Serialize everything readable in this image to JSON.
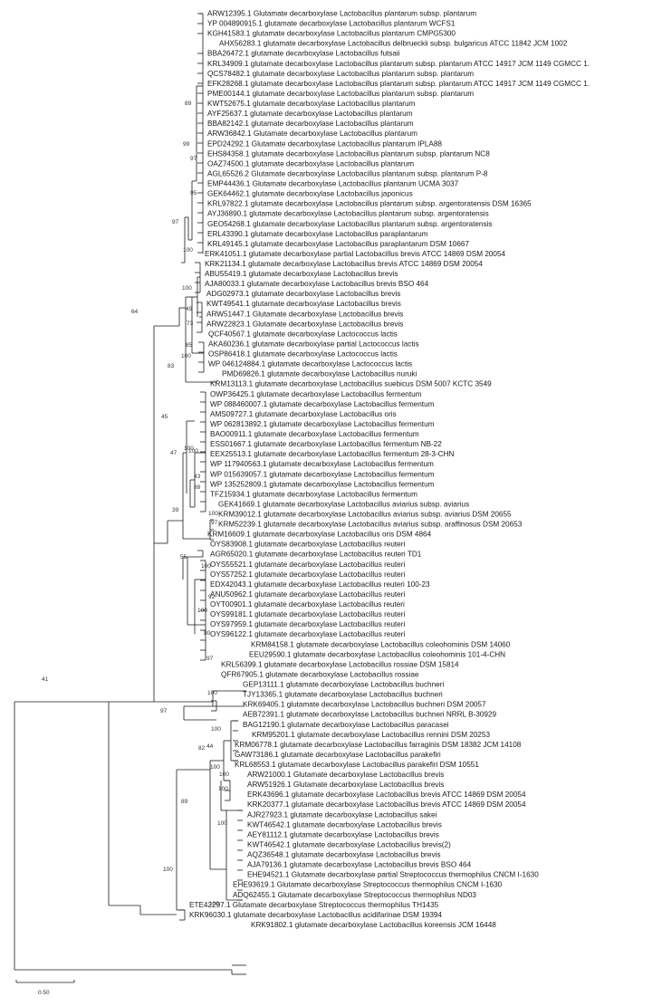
{
  "tree": {
    "leaves": [
      "ARW12395.1 Glutamate decarboxylase Lactobacillus plantarum subsp. plantarum",
      "YP 004890915.1 glutamate decarboxylase Lactobacillus plantarum WCFS1",
      "KGH41583.1 glutamate decarboxylase Lactobacillus plantarum CMPG5300",
      "AHX56283.1 glutamate decarboxylase Lactobacillus delbrueckii subsp. bulgaricus ATCC 11842 JCM 1002",
      "BBA26472.1 glutamate decarboxylase Lactobacillus futsaii",
      "KRL34909.1 glutamate decarboxylase Lactobacillus plantarum subsp. plantarum ATCC 14917 JCM 1149 CGMCC 1.",
      "QCS78482.1 glutamate decarboxylase Lactobacillus plantarum subsp. plantarum",
      "EFK28268.1 glutamate decarboxylase Lactobacillus plantarum subsp. plantarum ATCC 14917 JCM 1149 CGMCC 1.",
      "PME00144.1 glutamate decarboxylase Lactobacillus plantarum subsp. plantarum",
      "KWT52675.1 glutamate decarboxylase Lactobacillus plantarum",
      "AYF25637.1 glutamate decarboxylase Lactobacillus plantarum",
      "BBA82142.1 glutamate decarboxylase Lactobacillus plantarum",
      "ARW36842.1 Glutamate decarboxylase Lactobacillus plantarum",
      "EPD24292.1 Glutamate decarboxylase Lactobacillus plantarum IPLA88",
      "EHS84358.1 glutamate decarboxylase Lactobacillus plantarum subsp. plantarum NC8",
      "OAZ74500.1 glutamate decarboxylase Lactobacillus plantarum",
      "AGL65526.2 Glutamate decarboxylase Lactobacillus plantarum subsp. plantarum P-8",
      "EMP44436.1 Glutamate decarboxylase Lactobacillus plantarum UCMA 3037",
      "GEK64462.1 glutamate decarboxylase Lactobacillus japonicus",
      "KRL97822.1 glutamate decarboxylase Lactobacillus plantarum subsp. argentoratensis DSM 16365",
      "AYJ36890.1 glutamate decarboxylase Lactobacillus plantarum subsp. argentoratensis",
      "GEO54268.1 glutamate decarboxylase Lactobacillus plantarum subsp. argentoratensis",
      "ERL43390.1 glutamate decarboxylase Lactobacillus paraplantarum",
      "KRL49145.1 glutamate decarboxylase Lactobacillus paraplantarum DSM 10667",
      "ERK41051.1 glutamate decarboxylase partial Lactobacillus brevis ATCC 14869 DSM 20054",
      "KRK21134.1 glutamate decarboxylase Lactobacillus brevis ATCC 14869 DSM 20054",
      "ABU55419.1 glutamate decarboxylase Lactobacillus brevis",
      "AJA80033.1 glutamate decarboxylase Lactobacillus brevis BSO 464",
      "ADG02973.1 glutamate decarboxylase Lactobacillus brevis",
      "KWT49541.1 glutamate decarboxylase Lactobacillus brevis",
      "ARW51447.1 Glutamate decarboxylase Lactobacillus brevis",
      "ARW22823.1 Glutamate decarboxylase Lactobacillus brevis",
      "QCF40567.1 glutamate decarboxylase Lactococcus lactis",
      "AKA60236.1 glutamate decarboxylase partial Lactococcus lactis",
      "OSP86418.1 glutamate decarboxylase Lactococcus lactis",
      "WP 046124884.1 glutamate decarboxylase Lactococcus lactis",
      "PMD69826.1 glutamate decarboxylase Lactobacillus nuruki",
      "KRM13113.1 glutamate decarboxylase Lactobacillus suebicus DSM 5007 KCTC 3549",
      "OWP36425.1 glutamate decarboxylase Lactobacillus fermentum",
      "WP 088460007.1 glutamate decarboxylase Lactobacillus fermentum",
      "AMS09727.1 glutamate decarboxylase Lactobacillus oris",
      "WP 062813892.1 glutamate decarboxylase Lactobacillus fermentum",
      "BAO00911.1 glutamate decarboxylase Lactobacillus fermentum",
      "ESS01667.1 glutamate decarboxylase Lactobacillus fermentum NB-22",
      "EEX25513.1 glutamate decarboxylase Lactobacillus fermentum 28-3-CHN",
      "WP 117940563.1 glutamate decarboxylase Lactobacillus fermentum",
      "WP 015639057.1 glutamate decarboxylase Lactobacillus fermentum",
      "WP 135252809.1 glutamate decarboxylase Lactobacillus fermentum",
      "TFZ15934.1 glutamate decarboxylase Lactobacillus fermentum",
      "GEK41669.1 glutamate decarboxylase Lactobacillus aviarius subsp. aviarius",
      "KRM39012.1 glutamate decarboxylase Lactobacillus aviarius subsp. aviarius DSM 20655",
      "KRM52239.1 glutamate decarboxylase Lactobacillus aviarius subsp. araffinosus DSM 20653",
      "KRM16609.1 glutamate decarboxylase Lactobacillus oris DSM 4864",
      "OYS83908.1 glutamate decarboxylase Lactobacillus reuteri",
      "AGR65020.1 glutamate decarboxylase Lactobacillus reuteri TD1",
      "OYS55521.1 glutamate decarboxylase Lactobacillus reuteri",
      "OYS57252.1 glutamate decarboxylase Lactobacillus reuteri",
      "EDX42043.1 glutamate decarboxylase Lactobacillus reuteri 100-23",
      "ANU50962.1 glutamate decarboxylase Lactobacillus reuteri",
      "OYT00901.1 glutamate decarboxylase Lactobacillus reuteri",
      "OYS99181.1 glutamate decarboxylase Lactobacillus reuteri",
      "OYS97959.1 glutamate decarboxylase Lactobacillus reuteri",
      "OYS96122.1 glutamate decarboxylase Lactobacillus reuteri",
      "KRM84158.1 glutamate decarboxylase Lactobacillus coleohominis DSM 14060",
      "EEU29590.1 glutamate decarboxylase Lactobacillus coleohominis 101-4-CHN",
      "KRL56399.1 glutamate decarboxylase Lactobacillus rossiae DSM 15814",
      "QFR67905.1 glutamate decarboxylase Lactobacillus rossiae",
      "GEP13111.1 glutamate decarboxylase Lactobacillus buchneri",
      "TJY13365.1 glutamate decarboxylase Lactobacillus buchneri",
      "KRK69405.1 glutamate decarboxylase Lactobacillus buchneri DSM 20057",
      "AEB72391.1 glutamate decarboxylase Lactobacillus buchneri NRRL B-30929",
      "BAG12190.1 glutamate decarboxylase Lactobacillus paracasei",
      "KRM95201.1 glutamate decarboxylase Lactobacillus rennini DSM 20253",
      "KRM06778.1 glutamate decarboxylase Lactobacillus farraginis DSM 18382 JCM 14108",
      "GAW73186.1 glutamate decarboxylase Lactobacillus parakefiri",
      "KRL68553.1 glutamate decarboxylase Lactobacillus parakefiri DSM 10551",
      "ARW21000.1 Glutamate decarboxylase Lactobacillus brevis",
      "ARW51926.1 Glutamate decarboxylase Lactobacillus brevis",
      "ERK43696.1 glutamate decarboxylase Lactobacillus brevis ATCC 14869 DSM 20054",
      "KRK20377.1 glutamate decarboxylase Lactobacillus brevis ATCC 14869 DSM 20054",
      "AJR27923.1 glutamate decarboxylase Lactobacillus sakei",
      "KWT46542.1 glutamate decarboxylase Lactobacillus brevis",
      "AEY81112.1 glutamate decarboxylase Lactobacillus brevis",
      "KWT46542.1 glutamate decarboxylase Lactobacillus brevis(2)",
      "AQZ36548.1 glutamate decarboxylase Lactobacillus brevis",
      "AJA79136.1 glutamate decarboxylase Lactobacillus brevis BSO 464",
      "EHE94521.1 Glutamate decarboxylase partial Streptococcus thermophilus CNCM I-1630",
      "EHE93619.1 Glutamate decarboxylase Streptococcus thermophilus CNCM I-1630",
      "ADQ62455.1 Glutamate decarboxylase Streptococcus thermophilus ND03",
      "ETE42297.1 Glutamate decarboxylase Streptococcus thermophilus TH1435",
      "KRK96030.1 glutamate decarboxylase Lactobacillus acidifarinae DSM 19394",
      "KRK91802.1 glutamate decarboxylase Lactobacillus koreensis JCM 16448"
    ],
    "bootstrap": [
      "89",
      "99",
      "97",
      "95",
      "97",
      "100",
      "64",
      "100",
      "49",
      "73",
      "85",
      "100",
      "83",
      "45",
      "47",
      "100",
      "100",
      "43",
      "88",
      "39",
      "41",
      "100",
      "97",
      "55",
      "100",
      "92",
      "100",
      "80",
      "97",
      "100",
      "97",
      "100",
      "82",
      "44",
      "100",
      "100",
      "100",
      "89",
      "100",
      "100",
      "100"
    ],
    "scale_label": "0.50"
  }
}
